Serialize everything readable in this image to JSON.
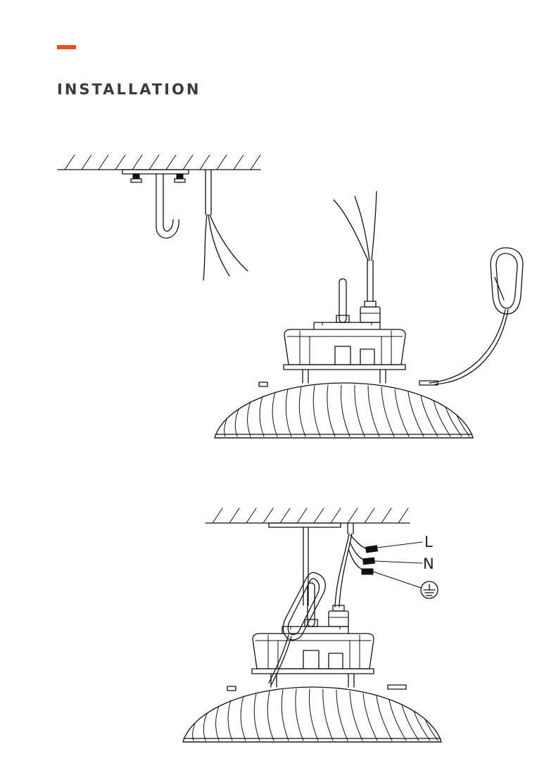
{
  "header": {
    "title": "INSTALLATION",
    "accent_color": "#e8501f"
  },
  "diagram": {
    "ink_color": "#111111",
    "wire_labels": {
      "live": "L",
      "neutral": "N",
      "earth": "earth-ground-icon"
    }
  }
}
